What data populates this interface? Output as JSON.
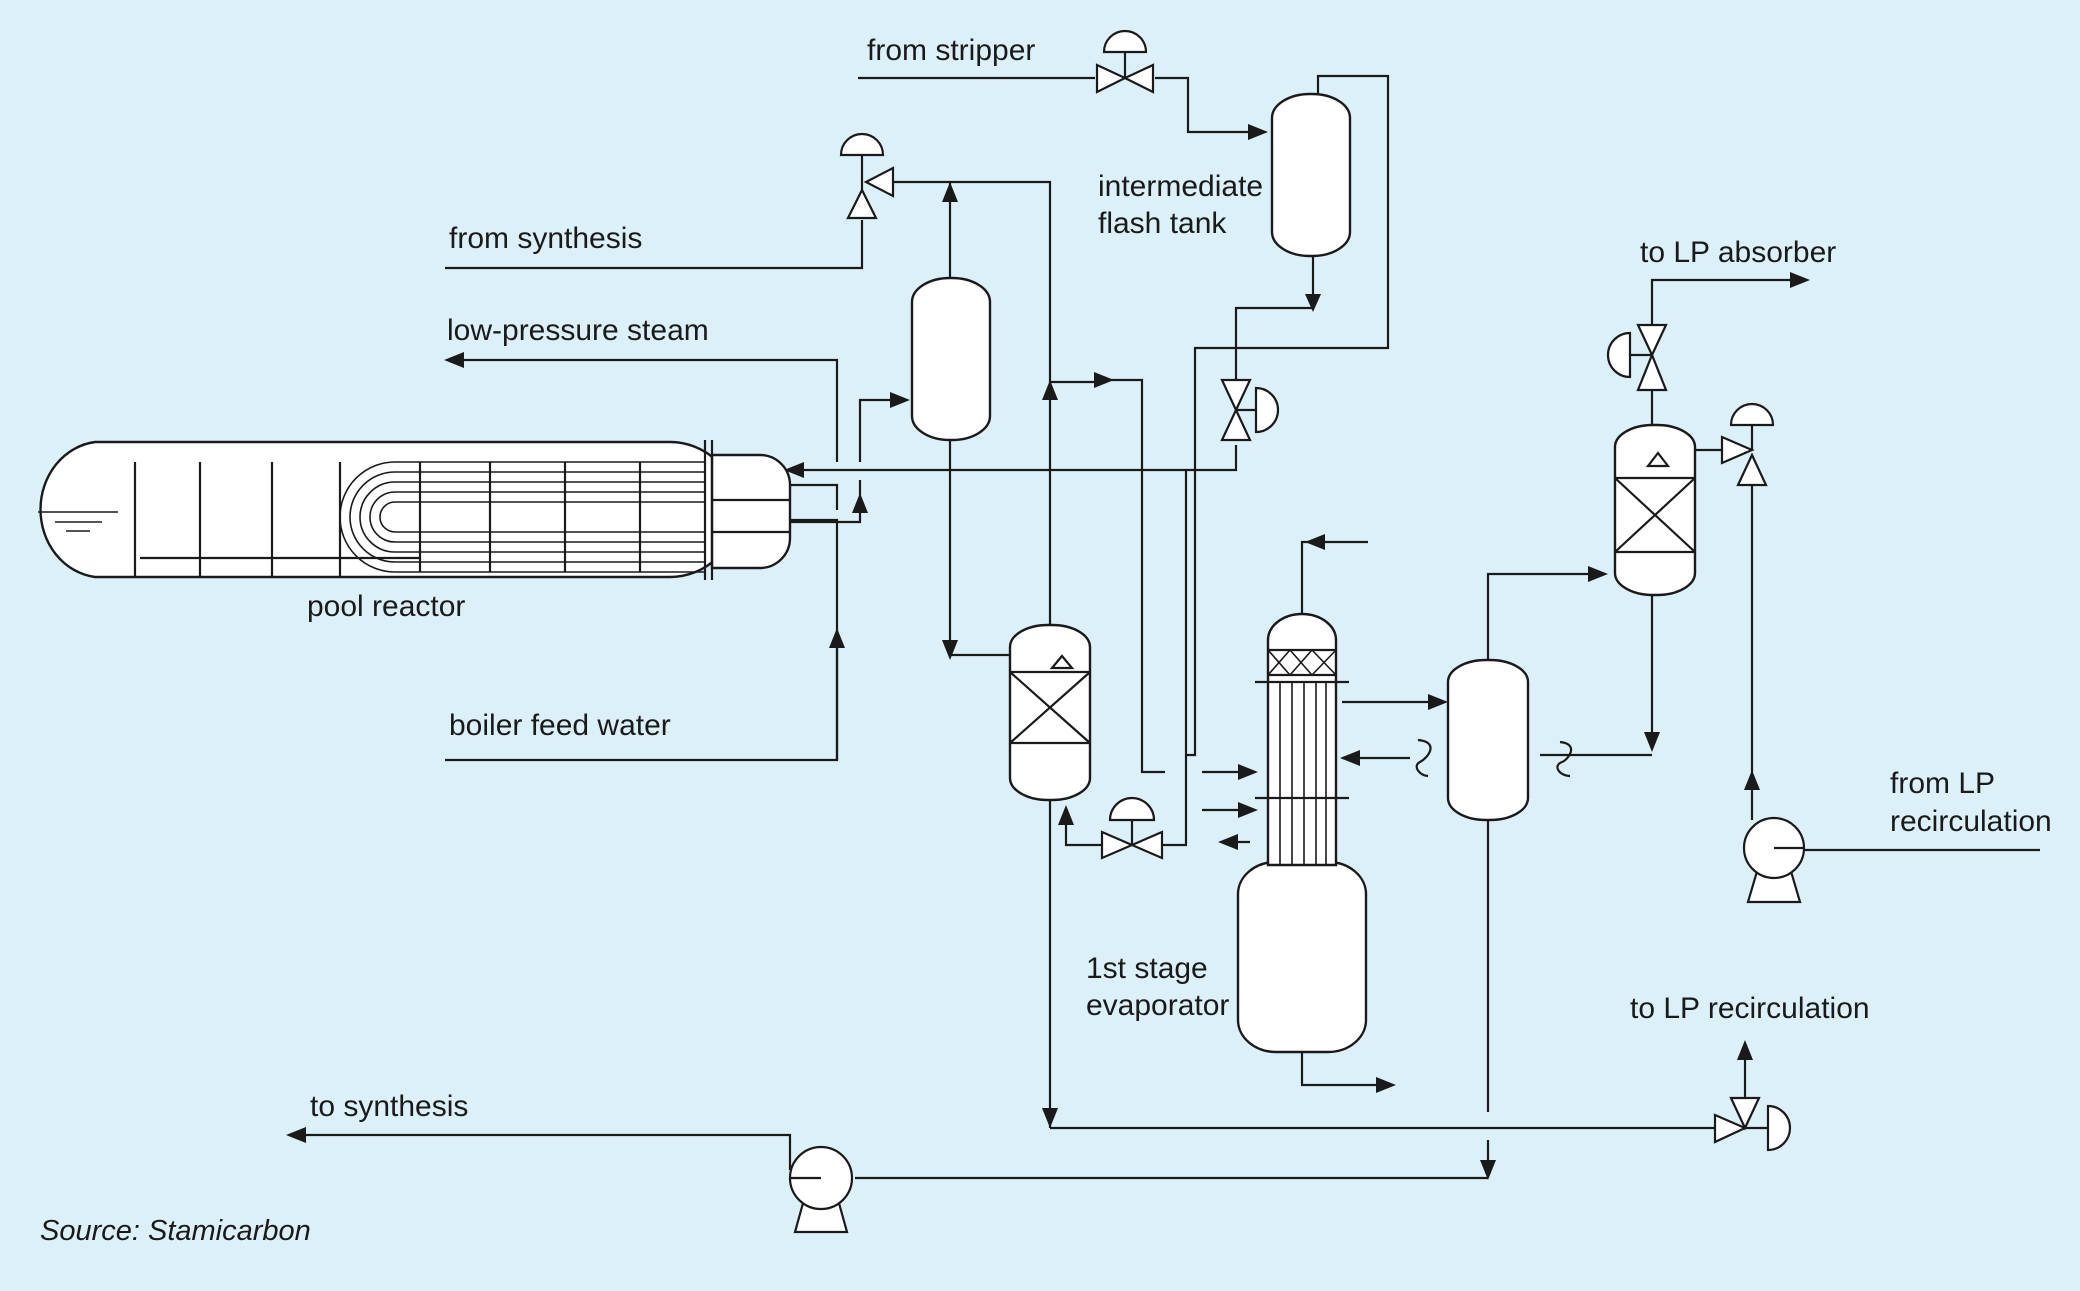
{
  "diagram": {
    "labels": {
      "from_stripper": "from stripper",
      "intermediate_flash_tank_1": "intermediate",
      "intermediate_flash_tank_2": "flash tank",
      "from_synthesis": "from synthesis",
      "to_lp_absorber": "to LP absorber",
      "low_pressure_steam": "low-pressure steam",
      "pool_reactor": "pool reactor",
      "boiler_feed_water": "boiler feed water",
      "from_lp_recirculation_1": "from LP",
      "from_lp_recirculation_2": "recirculation",
      "first_stage_evaporator_1": "1st stage",
      "first_stage_evaporator_2": "evaporator",
      "to_lp_recirculation": "to LP recirculation",
      "to_synthesis": "to synthesis"
    },
    "source": "Source: Stamicarbon",
    "colors": {
      "background": "#dcf0f9",
      "line": "#1a1a1a",
      "equipment_fill": "#ffffff"
    }
  }
}
